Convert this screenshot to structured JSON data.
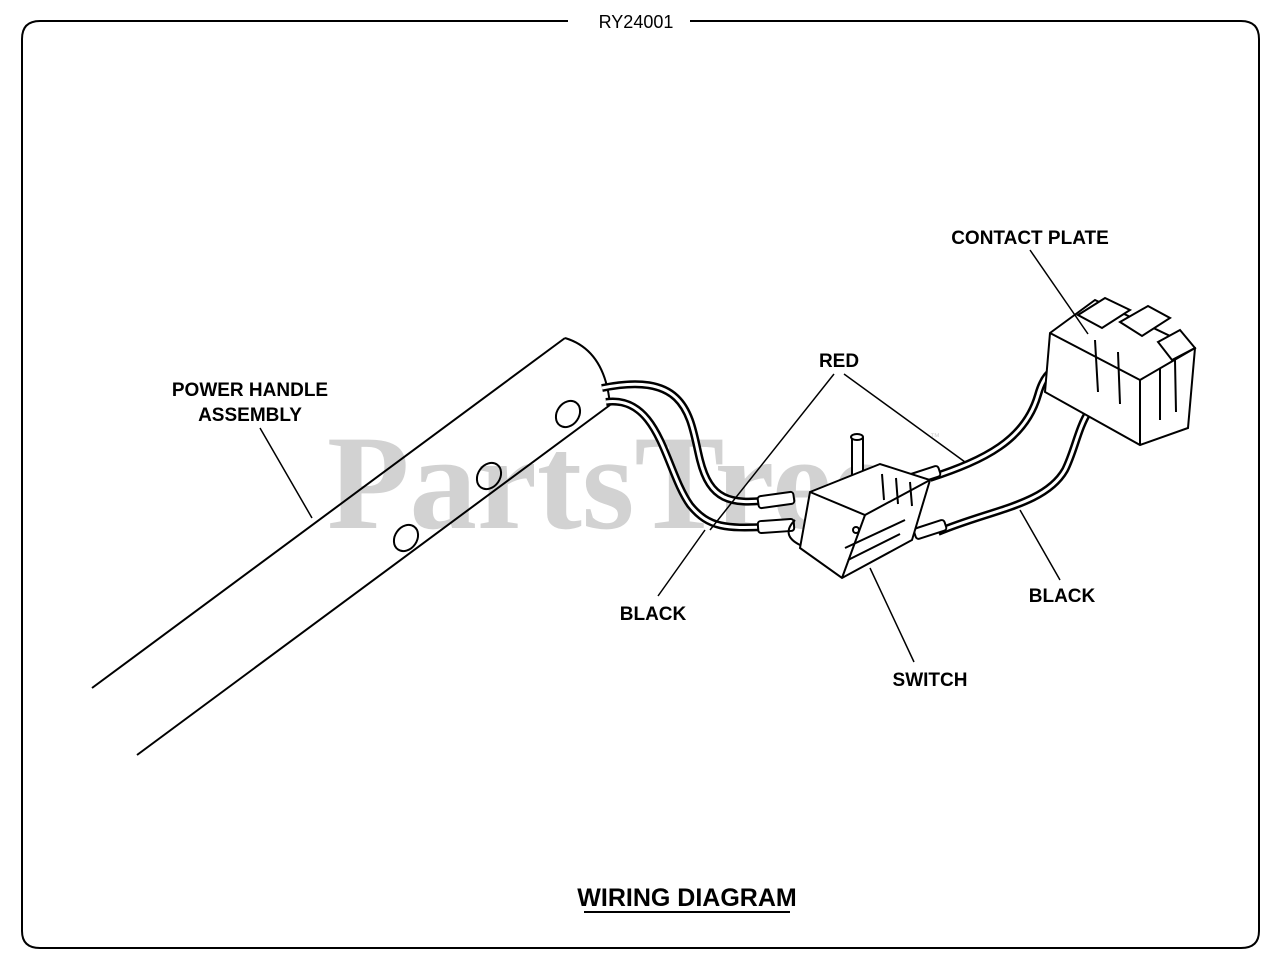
{
  "header": {
    "model": "RY24001"
  },
  "labels": {
    "power_handle_line1": "POWER HANDLE",
    "power_handle_line2": "ASSEMBLY",
    "contact_plate": "CONTACT PLATE",
    "red": "RED",
    "black_left": "BLACK",
    "black_right": "BLACK",
    "switch": "SWITCH"
  },
  "caption": "WIRING DIAGRAM",
  "watermark": {
    "text": "PartsTree",
    "mark": "™"
  },
  "colors": {
    "line": "#000000",
    "frame": "#000000",
    "watermark": "#d2d2d2",
    "background": "#ffffff"
  }
}
